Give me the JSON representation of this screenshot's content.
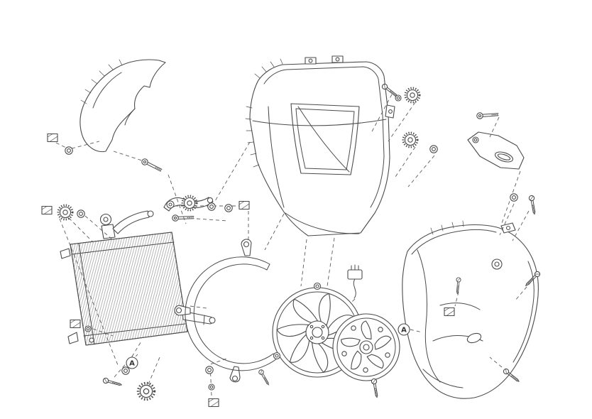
{
  "page": {
    "background": "#ffffff",
    "line_color": "#4b4b4b",
    "dash_color": "#5b5b5b",
    "hatch_color": "#7a7a7a"
  },
  "diagram": {
    "type": "exploded-parts-diagram",
    "subject": "radiator, cooling fan and air conveyor assembly",
    "callouts": [
      {
        "label": "A"
      },
      {
        "label": "A"
      }
    ],
    "parts": [
      "frame-bracket",
      "radiator",
      "upper-mounting-arm",
      "filler-cap",
      "air-conveyor-shroud",
      "fan-mounting-ring",
      "cooling-fan",
      "fan-cover-disc",
      "wiring-connector",
      "side-panel",
      "support-bracket",
      "bolt",
      "screw",
      "washer",
      "rubber-grommet",
      "reference-tag"
    ]
  }
}
